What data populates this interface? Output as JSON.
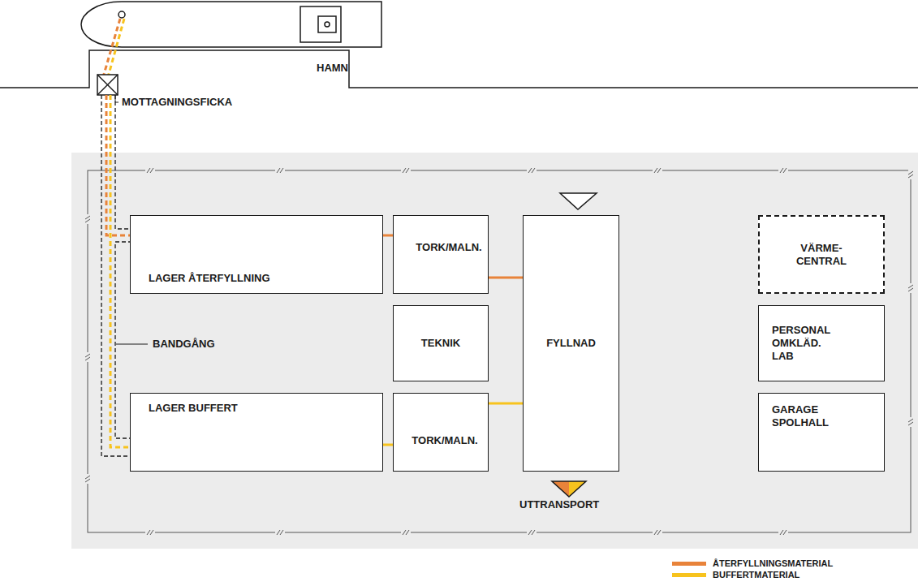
{
  "diagram": {
    "nodes": [
      {
        "text": [
          "LAGER ÅTERFYLLNING"
        ]
      },
      {
        "text": [
          "TORK/MALN."
        ]
      },
      {
        "text": [
          "FYLLNAD"
        ]
      },
      {
        "text": [
          "VÄRME- CENTRAL"
        ]
      },
      {
        "text": [
          "TEKNIK"
        ]
      },
      {
        "text": [
          "PERSONAL OMKLÄD. LAB"
        ]
      },
      {
        "text": [
          "LAGER BUFFERT"
        ]
      },
      {
        "text": [
          "TORK/MALN."
        ]
      },
      {
        "text": [
          "GARAGE SPOLHALL"
        ]
      }
    ],
    "edges": [
      {
        "from": 0,
        "to": 1,
        "arrow": "none"
      },
      {
        "from": 1,
        "to": 2,
        "arrow": "to"
      },
      {
        "from": 6,
        "to": 7,
        "arrow": "none"
      },
      {
        "from": 7,
        "to": 2,
        "arrow": "to"
      }
    ],
    "labels": [
      "HAMN",
      "MOTTAGNINGSFICKA",
      "BANDGÅNG",
      "UTTRANSPORT"
    ],
    "legend": [
      {
        "text": "ÅTERFYLLNINGSMATERIAL",
        "color": "#e8833a"
      },
      {
        "text": "BUFFERTMATERIAL",
        "color": "#f7c31e"
      }
    ]
  }
}
